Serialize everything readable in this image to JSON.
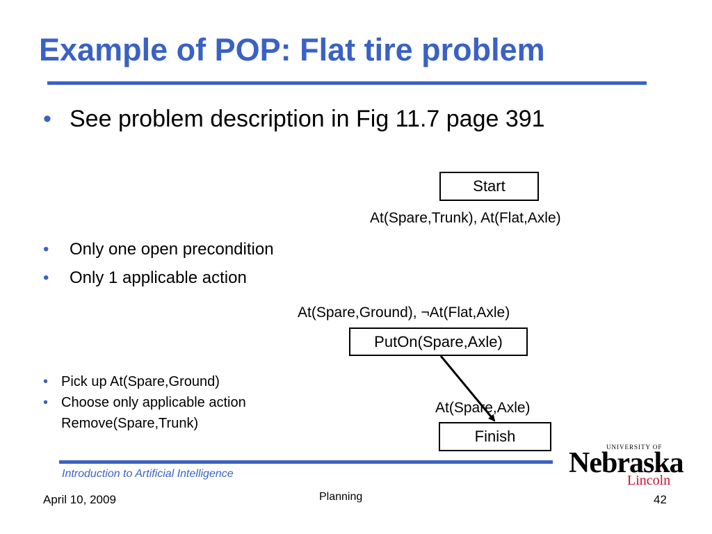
{
  "slide": {
    "title": "Example of POP: Flat tire problem",
    "bullets_main": [
      "See problem description in Fig 11.7 page 391"
    ],
    "bullets_mid": [
      "Only one open precondition",
      "Only 1 applicable action"
    ],
    "bullets_low": [
      "Pick up At(Spare,Ground)",
      "Choose only applicable action"
    ],
    "bullet_low_continuation": "Remove(Spare,Trunk)",
    "bullet_glyph": "•"
  },
  "plan": {
    "start": {
      "label": "Start",
      "effects": "At(Spare,Trunk), At(Flat,Axle)"
    },
    "puton": {
      "label": "PutOn(Spare,Axle)",
      "preconditions": "At(Spare,Ground), ¬At(Flat,Axle)"
    },
    "finish": {
      "label": "Finish",
      "preconditions": "At(Spare,Axle)"
    }
  },
  "footer": {
    "course": "Introduction to Artificial Intelligence",
    "date": "April 10, 2009",
    "topic": "Planning",
    "page": "42"
  },
  "logo": {
    "university_of": "UNIVERSITY OF",
    "name": "Nebraska",
    "city": "Lincoln"
  },
  "colors": {
    "accent": "#3A62C4",
    "logo_red": "#C8102E"
  }
}
